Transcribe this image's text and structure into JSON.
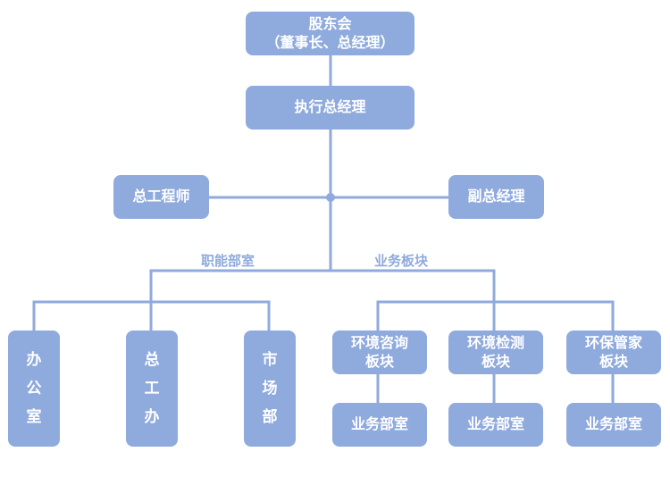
{
  "colors": {
    "box_fill": "#8faadc",
    "box_text": "#ffffff",
    "line": "#8faadc",
    "caption_text": "#8faadc"
  },
  "nodes": {
    "shareholders": {
      "line1": "股东会",
      "line2": "（董事长、总经理）"
    },
    "executive_gm": {
      "label": "执行总经理"
    },
    "chief_engineer": {
      "label": "总工程师"
    },
    "deputy_gm": {
      "label": "副总经理"
    },
    "office": {
      "chars": [
        "办",
        "公",
        "室"
      ]
    },
    "general_engineering_office": {
      "chars": [
        "总",
        "工",
        "办"
      ]
    },
    "marketing_dept": {
      "chars": [
        "市",
        "场",
        "部"
      ]
    },
    "env_consulting": {
      "line1": "环境咨询",
      "line2": "板块"
    },
    "env_testing": {
      "line1": "环境检测",
      "line2": "板块"
    },
    "env_housekeeping": {
      "line1": "环保管家",
      "line2": "板块"
    },
    "consulting_business_dept": {
      "label": "业务部室"
    },
    "testing_business_dept": {
      "label": "业务部室"
    },
    "housekeeping_business_dept": {
      "label": "业务部室"
    }
  },
  "captions": {
    "functional_departments": "职能部室",
    "business_segments": "业务板块"
  }
}
